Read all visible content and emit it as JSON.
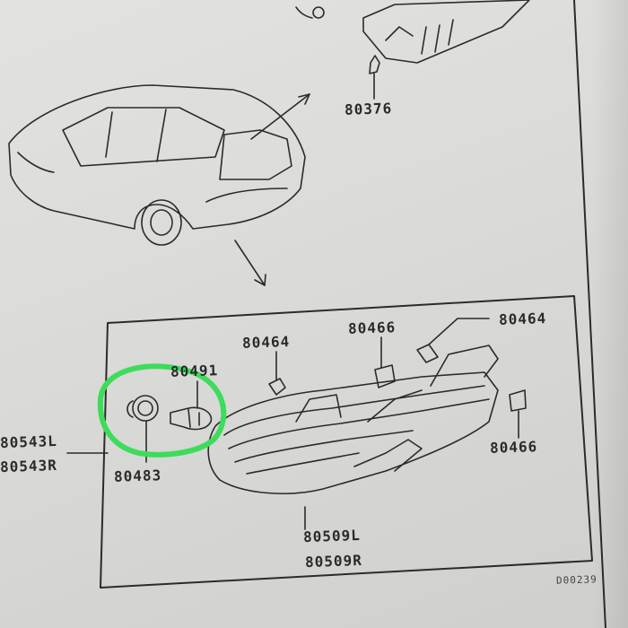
{
  "diagram": {
    "subject": "Rear bumper lamp assembly parts diagram",
    "labels": {
      "p80376": "80376",
      "p80464_a": "80464",
      "p80466_a": "80466",
      "p80464_b": "80464",
      "p80491": "80491",
      "p80543L": "80543L",
      "p80543R": "80543R",
      "p80483": "80483",
      "p80466_b": "80466",
      "p80509L": "80509L",
      "p80509R": "80509R",
      "figure_code": "D00239"
    },
    "highlight": {
      "color": "#3ddc5a",
      "target": "80483 / 80491 bulb and socket"
    }
  }
}
